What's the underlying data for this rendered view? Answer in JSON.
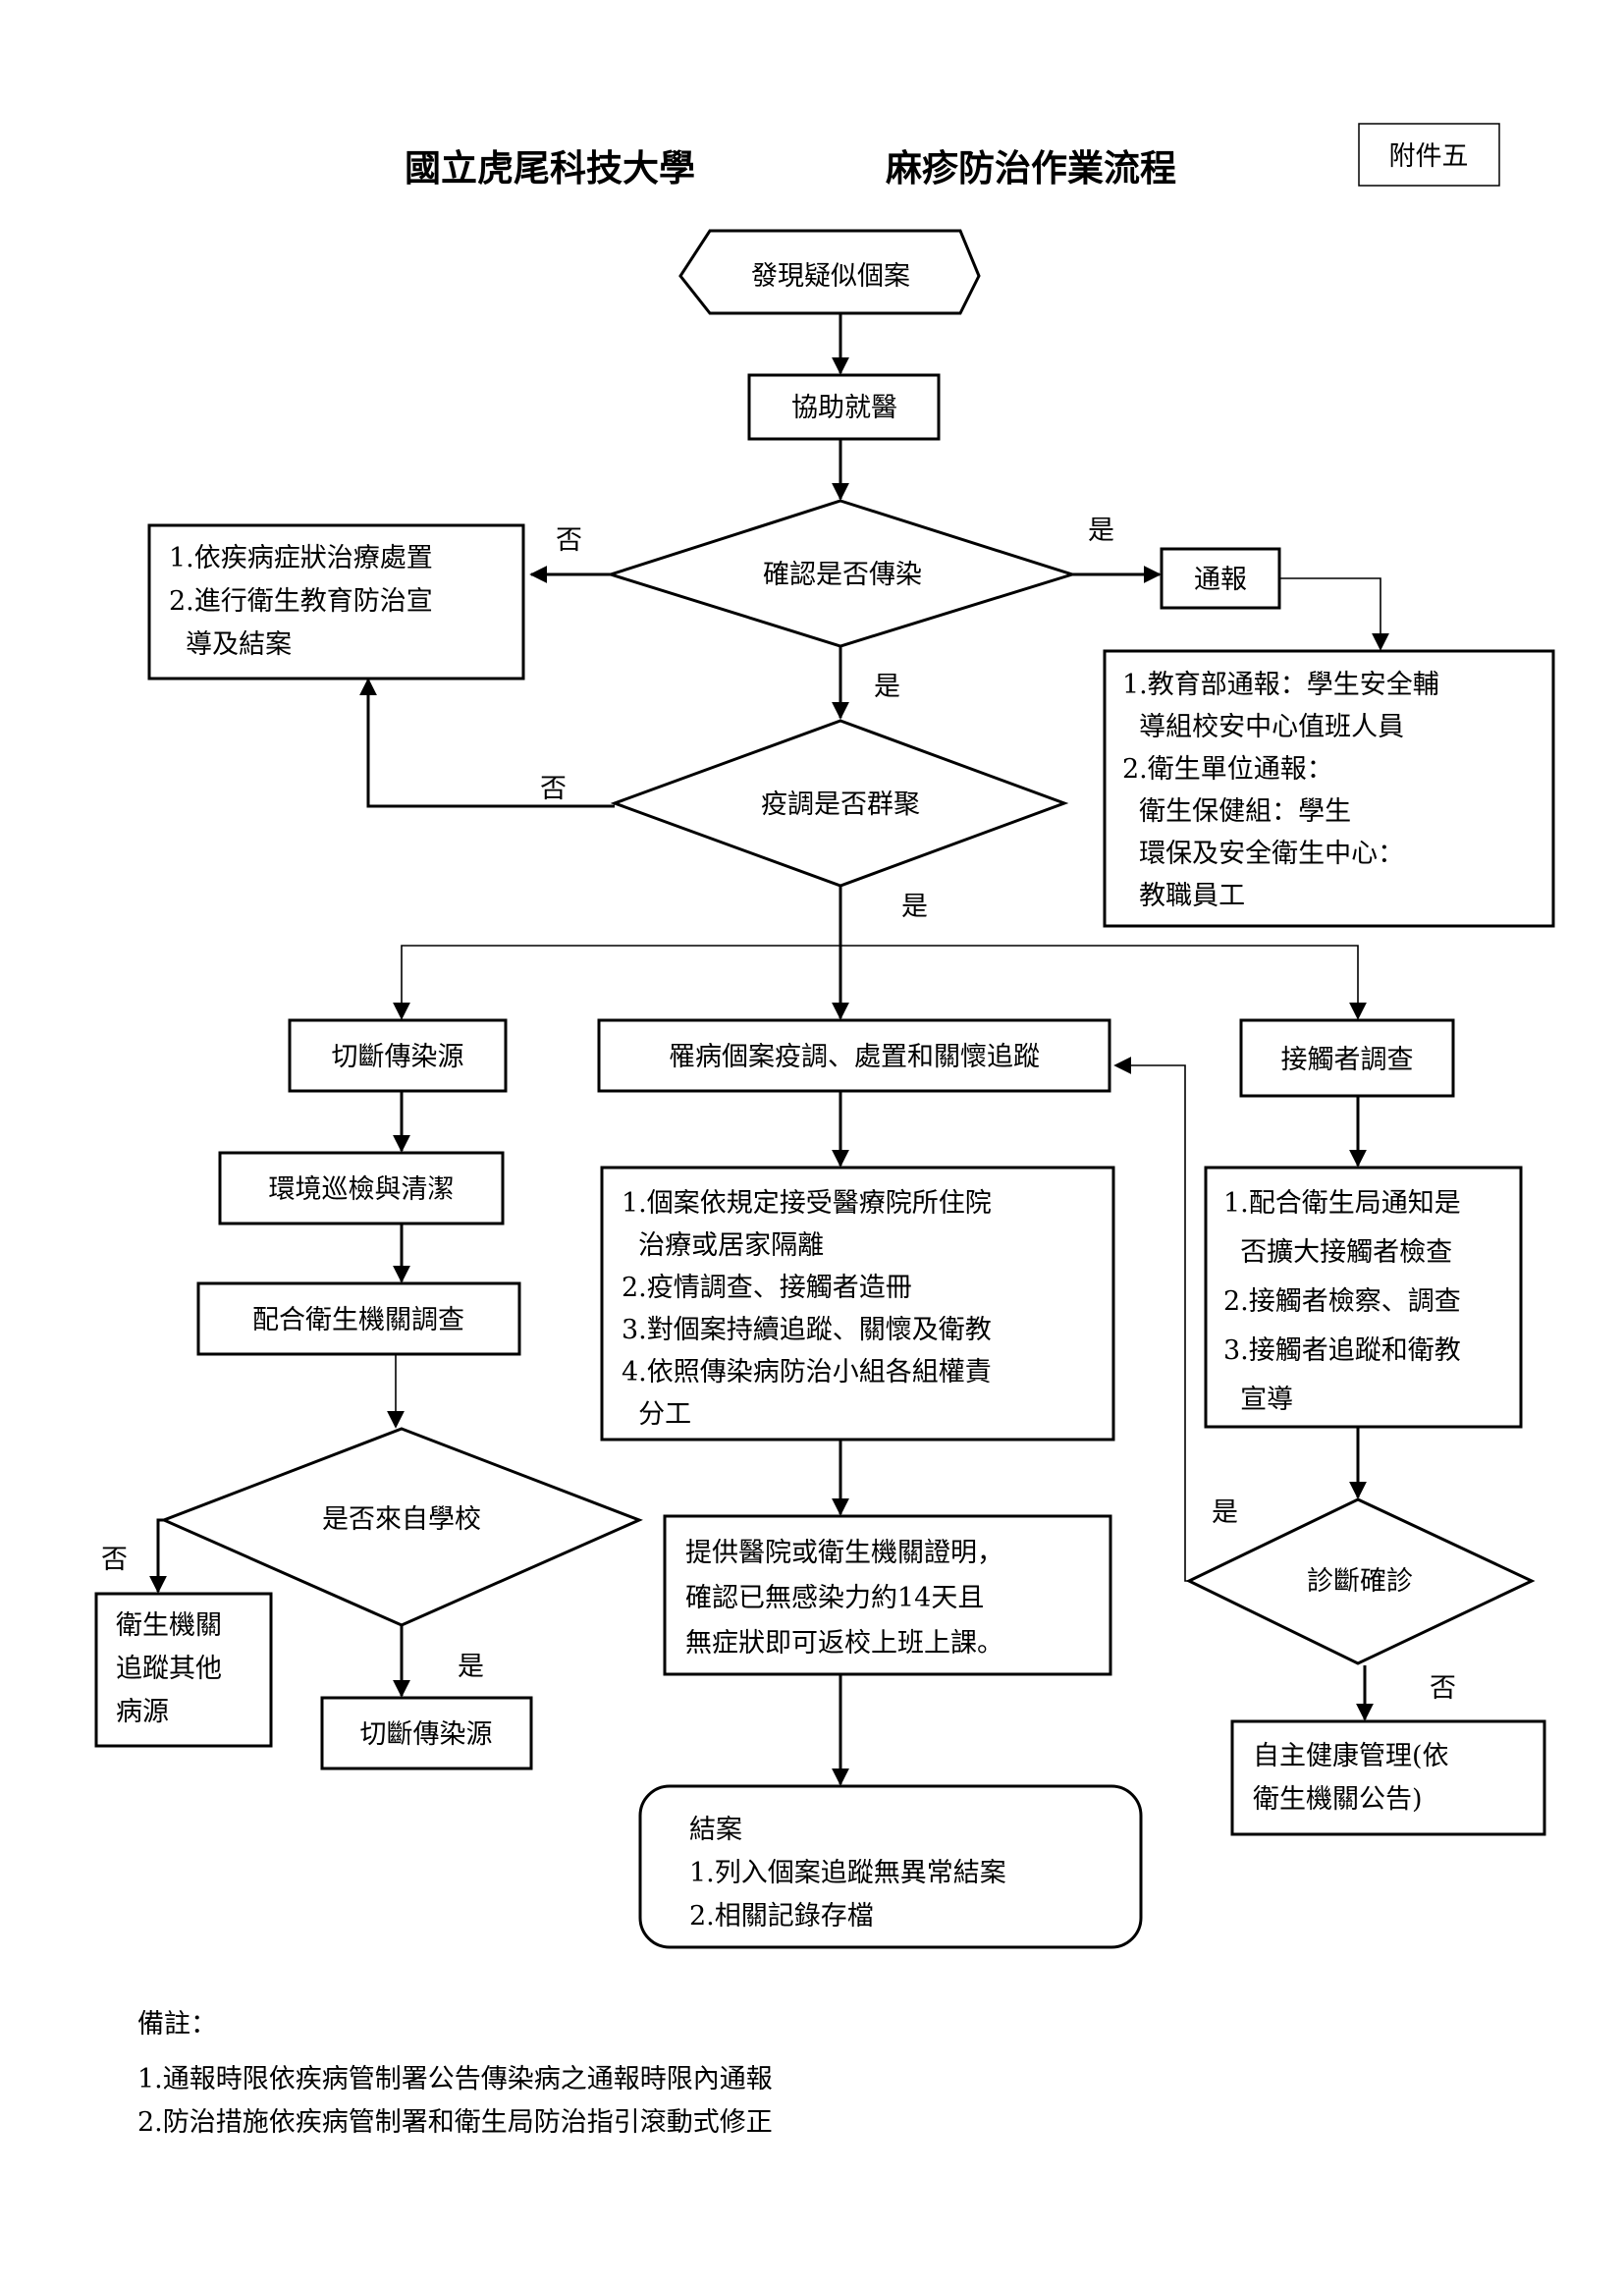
{
  "header": {
    "title_school": "國立虎尾科技大學",
    "title_process": "麻疹防治作業流程",
    "attachment_label": "附件五"
  },
  "nodes": {
    "start": {
      "lines": [
        "發現疑似個案"
      ]
    },
    "assist_medical": {
      "lines": [
        "協助就醫"
      ]
    },
    "confirm_infection": {
      "lines": [
        "確認是否傳染"
      ]
    },
    "treatment_box": {
      "lines": [
        "1.依疾病症狀治療處置",
        "2.進行衛生教育防治宣",
        "  導及結案"
      ]
    },
    "report": {
      "lines": [
        "通報"
      ]
    },
    "report_details": {
      "lines": [
        "1.教育部通報：學生安全輔",
        "  導組校安中心值班人員",
        "2.衛生單位通報：",
        "  衛生保健組：學生",
        "  環保及安全衛生中心：",
        "  教職員工"
      ]
    },
    "cluster_check": {
      "lines": [
        "疫調是否群聚"
      ]
    },
    "cut_source_left": {
      "lines": [
        "切斷傳染源"
      ]
    },
    "case_tracking": {
      "lines": [
        "罹病個案疫調、處置和關懷追蹤"
      ]
    },
    "contact_investigation": {
      "lines": [
        "接觸者調查"
      ]
    },
    "env_inspection": {
      "lines": [
        "環境巡檢與清潔"
      ]
    },
    "cooperate_health": {
      "lines": [
        "配合衛生機關調查"
      ]
    },
    "case_actions": {
      "lines": [
        "1.個案依規定接受醫療院所住院",
        "  治療或居家隔離",
        "2.疫情調查、接觸者造冊",
        "3.對個案持續追蹤、關懷及衛教",
        "4.依照傳染病防治小組各組權責",
        "  分工"
      ]
    },
    "contact_actions": {
      "lines": [
        "1.配合衛生局通知是",
        "  否擴大接觸者檢查",
        "2.接觸者檢察、調查",
        "3.接觸者追蹤和衛教",
        "  宣導"
      ]
    },
    "from_school": {
      "lines": [
        "是否來自學校"
      ]
    },
    "certificate": {
      "lines": [
        "提供醫院或衛生機關證明，",
        "確認已無感染力約14天且",
        "無症狀即可返校上班上課。"
      ]
    },
    "diagnosis": {
      "lines": [
        "診斷確診"
      ]
    },
    "health_tracking": {
      "lines": [
        "衛生機關",
        "追蹤其他",
        "病源"
      ]
    },
    "cut_source_bottom": {
      "lines": [
        "切斷傳染源"
      ]
    },
    "self_health": {
      "lines": [
        "自主健康管理(依",
        "衛生機關公告)"
      ]
    },
    "close_case": {
      "lines": [
        "結案",
        "1.列入個案追蹤無異常結案",
        "2.相關記錄存檔"
      ]
    }
  },
  "edge_labels": {
    "no_confirm": "否",
    "yes_confirm_right": "是",
    "yes_confirm_down": "是",
    "no_cluster": "否",
    "yes_cluster": "是",
    "no_school": "否",
    "yes_school": "是",
    "yes_diagnosis": "是",
    "no_diagnosis": "否"
  },
  "notes": {
    "heading": "備註：",
    "items": [
      "1.通報時限依疾病管制署公告傳染病之通報時限內通報",
      "2.防治措施依疾病管制署和衛生局防治指引滾動式修正"
    ]
  }
}
